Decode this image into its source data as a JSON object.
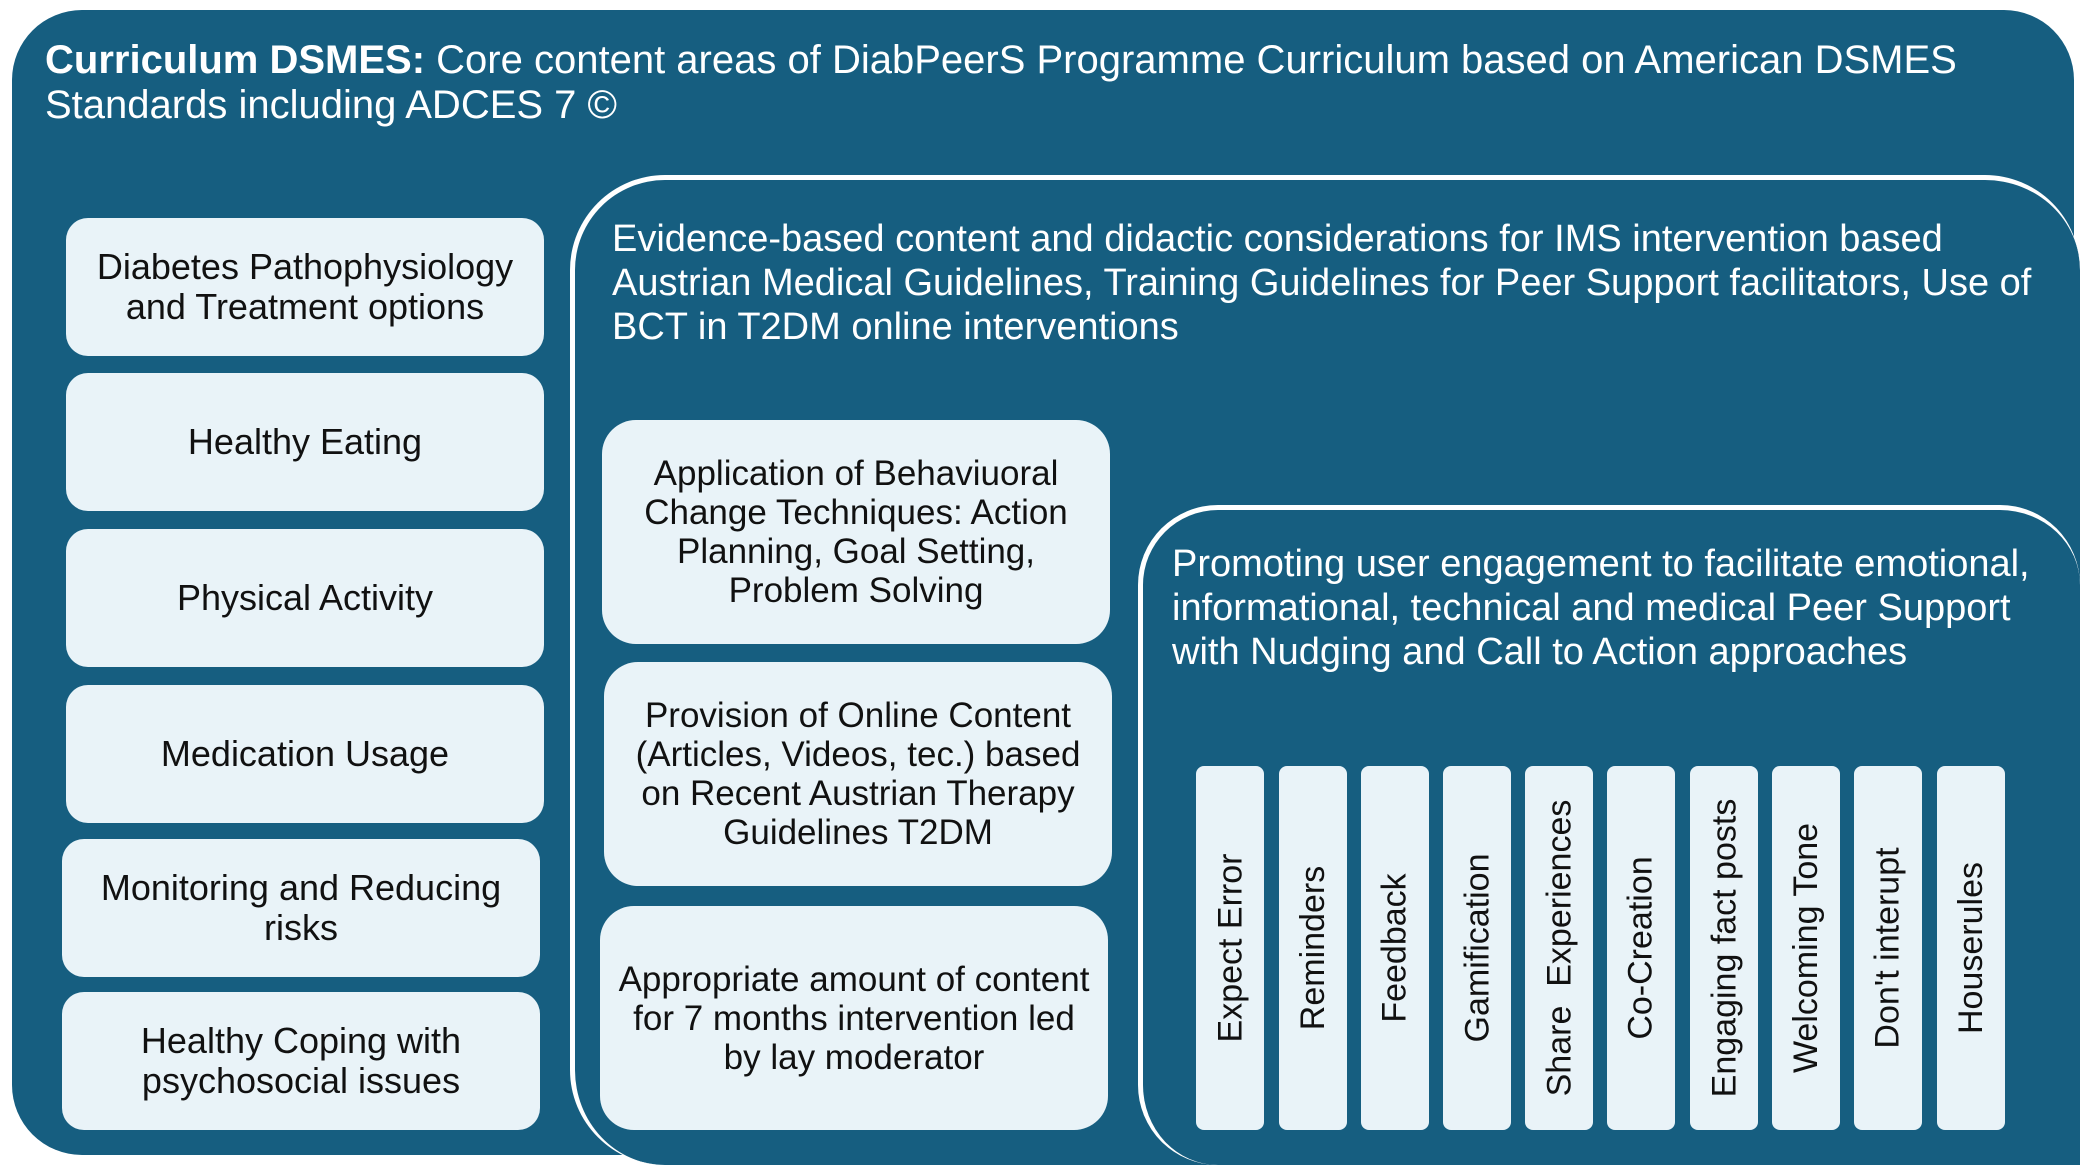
{
  "header": {
    "title_bold": "Curriculum DSMES:",
    "title_rest": " Core content areas of DiabPeerS Programme Curriculum based on American DSMES Standards including ADCES 7 ©"
  },
  "core_areas": [
    {
      "label": "Diabetes Pathophysiology and Treatment options"
    },
    {
      "label": "Healthy Eating"
    },
    {
      "label": "Physical Activity"
    },
    {
      "label": "Medication Usage"
    },
    {
      "label": "Monitoring and Reducing risks"
    },
    {
      "label": "Healthy Coping with psychosocial issues"
    }
  ],
  "evidence_panel": {
    "text": "Evidence-based content and didactic considerations for IMS intervention based Austrian Medical Guidelines, Training Guidelines for Peer Support facilitators, Use of BCT in T2DM online interventions",
    "boxes": [
      {
        "label": "Application of Behaviuoral Change Techniques: Action Planning, Goal Setting, Problem Solving"
      },
      {
        "label": "Provision of Online Content (Articles, Videos, tec.) based on Recent Austrian Therapy Guidelines T2DM"
      },
      {
        "label": "Appropriate amount of content for 7 months intervention led by lay moderator"
      }
    ]
  },
  "engagement_panel": {
    "text": "Promoting user engagement to facilitate emotional, informational, technical and medical Peer Support with Nudging and Call to Action approaches",
    "items": [
      {
        "label": "Expect Error"
      },
      {
        "label": "Reminders"
      },
      {
        "label": "Feedback"
      },
      {
        "label": "Gamification"
      },
      {
        "label": "Share  Experiences"
      },
      {
        "label": "Co-Creation"
      },
      {
        "label": "Engaging fact posts"
      },
      {
        "label": "Welcoming Tone"
      },
      {
        "label": "Don't interupt"
      },
      {
        "label": "Houserules"
      }
    ]
  },
  "colors": {
    "primary": "#165e80",
    "box_fill": "#e9f3f8",
    "text_on_primary": "#ffffff"
  }
}
